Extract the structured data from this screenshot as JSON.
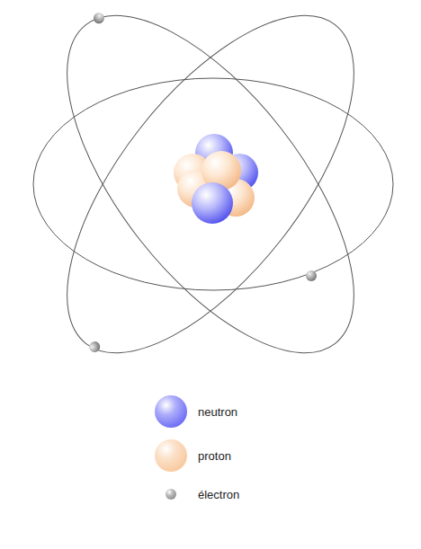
{
  "diagram": {
    "legend": [
      {
        "text": "neutron",
        "color": "#6b6bf5"
      },
      {
        "text": "proton",
        "color": "#f8c89c"
      },
      {
        "text": "électron",
        "color": "#8a8a8a"
      }
    ]
  }
}
